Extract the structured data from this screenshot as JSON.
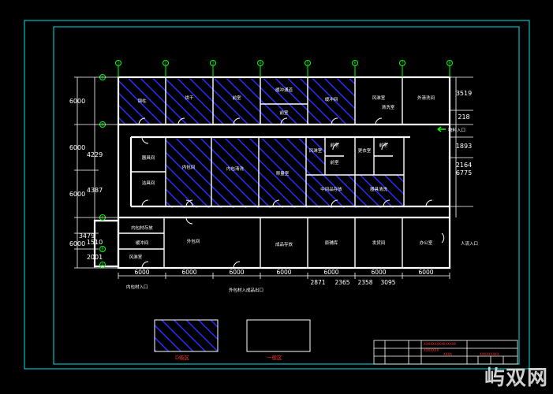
{
  "colors": {
    "frame": "#00e5e5",
    "wall": "#ffffff",
    "hatch": "#2222ff",
    "text": "#ffffff",
    "dim": "#ffffff",
    "axis": "#00ff00",
    "title_red": "#ff3030",
    "arrow": "#00ff00"
  },
  "axis_labels": [
    "1",
    "2",
    "3",
    "4",
    "5",
    "6",
    "7",
    "8"
  ],
  "row_labels": [
    "E",
    "D",
    "C",
    "B",
    "A"
  ],
  "rooms": {
    "r1": "钢柱",
    "r2": "烘干",
    "r3": "前室",
    "r4": "缓冲通道",
    "r4b": "前室",
    "r5": "缓冲间",
    "r6": "风淋室",
    "r7": "外清洗间",
    "r7b": "清洗室",
    "r8": "器具间",
    "r9": "洁具间",
    "r10": "内包间",
    "r11": "内包清洗",
    "r12": "称量室",
    "r13": "风淋室",
    "r14": "前室",
    "r15": "前室",
    "r16": "前室",
    "r17": "更衣室",
    "r18": "中间品存放",
    "r19": "器具清洗",
    "r20": "内包材存放",
    "r21": "缓冲间",
    "r22": "外包间",
    "r23": "成品存放",
    "r24": "原辅库",
    "r25": "发货间",
    "r26": "办公室",
    "r27": "风淋室"
  },
  "entries": {
    "logistics": "物料入口",
    "personnel": "人流入口",
    "material_in": "内包材入口",
    "outer": "外包材入成品出口"
  },
  "dims_left": [
    "6000",
    "6000",
    "4229",
    "6000",
    "4387",
    "3479",
    "6000",
    "1510",
    "2001"
  ],
  "dims_right": [
    "3519",
    "218",
    "1893",
    "2164",
    "6775"
  ],
  "dims_bottom": [
    "6000",
    "6000",
    "6000",
    "6000",
    "6000",
    "2871",
    "2365",
    "2358",
    "3095",
    "6000",
    "6000"
  ],
  "legend": {
    "clean_area": "D级区",
    "general_area": "一般区"
  },
  "titleblock": {
    "design_name": "XXXXXXXXXXXXXXX",
    "design_sub": "XXXXXXX",
    "code": "XXXX",
    "project": "XXXXXXXXX"
  },
  "watermark": "屿双网"
}
